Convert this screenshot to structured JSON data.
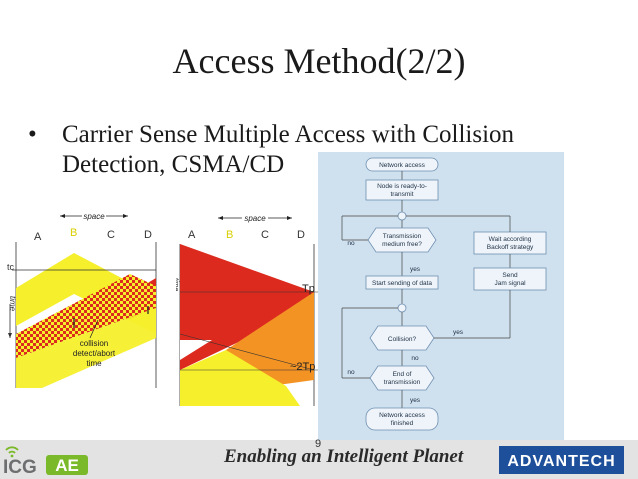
{
  "slide": {
    "title": "Access Method(2/2)",
    "bullet": {
      "line1": "Carrier Sense Multiple Access with Collision",
      "line2": "Detection, CSMA/CD"
    },
    "page_number": "9"
  },
  "diagram_left": {
    "space_label": "space",
    "stations": [
      "A",
      "B",
      "C",
      "D"
    ],
    "tc_label": "tc",
    "time_label": "time",
    "annotation_line1": "collision",
    "annotation_line2": "detect/abort",
    "annotation_line3": "time"
  },
  "diagram_right": {
    "space_label": "space",
    "stations": [
      "A",
      "B",
      "C",
      "D"
    ],
    "time_label": "time",
    "tp_label": "Tp",
    "two_tp_label": "~2Tp"
  },
  "flowchart": {
    "network_access": "Network access",
    "ready_line1": "Node is ready-to-",
    "ready_line2": "transmit",
    "medium_line1": "Transmission",
    "medium_line2": "medium free?",
    "start_sending": "Start sending of data",
    "collision": "Collision?",
    "end_line1": "End of",
    "end_line2": "transmission",
    "finished_line1": "Network access",
    "finished_line2": "finished",
    "wait_line1": "Wait according",
    "wait_line2": "Backoff strategy",
    "jam_line1": "Send",
    "jam_line2": "Jam signal",
    "yes": "yes",
    "no": "no"
  },
  "footer": {
    "tagline": "Enabling an Intelligent Planet",
    "icg_logo": "ICG AE",
    "advantech_logo": "ADVANTECH"
  },
  "colors": {
    "red": "#dd2a1e",
    "yellow": "#f5ef2c",
    "orange": "#f39324",
    "flow_bg": "#cfe1ef",
    "flow_box": "#eef4fa",
    "flow_border": "#6f8fb0",
    "footer_bg": "#e3e3e3",
    "adv_blue": "#1d4f9a",
    "icg_green": "#7ab929"
  }
}
